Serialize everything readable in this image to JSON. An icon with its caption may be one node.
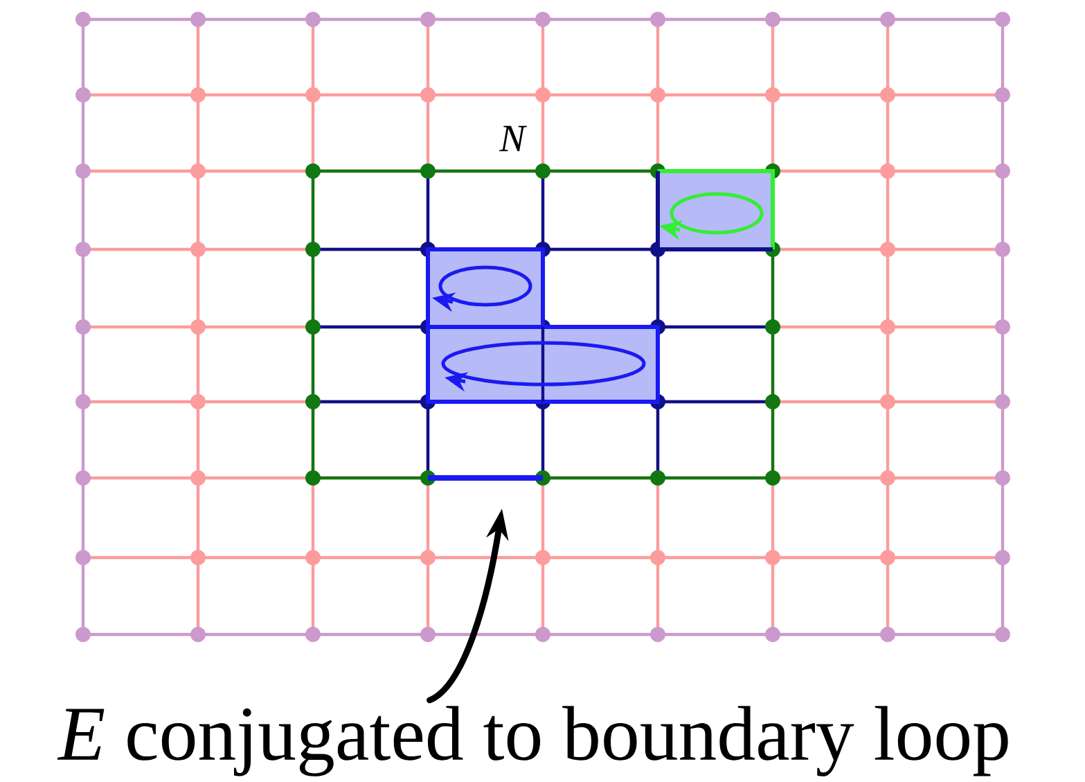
{
  "diagram": {
    "nodes": [
      {
        "text": [
          "*E* conjugated to boundary loop"
        ]
      },
      {
        "text": [],
        "shape": "bar"
      }
    ],
    "edges": [
      {
        "from": 0,
        "to": 1,
        "arrow": "to"
      }
    ],
    "labels": [
      "N"
    ]
  }
}
